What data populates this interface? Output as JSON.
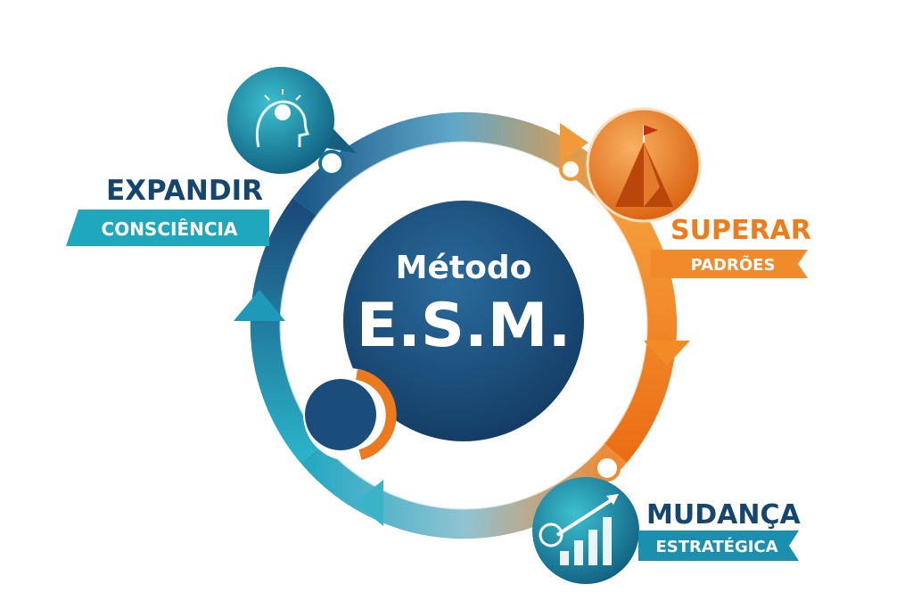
{
  "center": {
    "line1": "Método",
    "line2": "E.S.M."
  },
  "steps": [
    {
      "title": "EXPANDIR",
      "subtitle": "CONSCIÊNCIA",
      "icon": "mind-lightbulb-icon"
    },
    {
      "title": "SUPERAR",
      "subtitle": "PADRÕES",
      "icon": "mountain-flag-icon"
    },
    {
      "title": "MUDANÇA",
      "subtitle": "ESTRATÉGICA",
      "icon": "growth-chart-icon"
    }
  ],
  "colors": {
    "navy": "#1b4a78",
    "teal": "#1aa3b8",
    "orange": "#f07d1a",
    "title_navy": "#15466e",
    "orange_title": "#ee7c1a"
  }
}
